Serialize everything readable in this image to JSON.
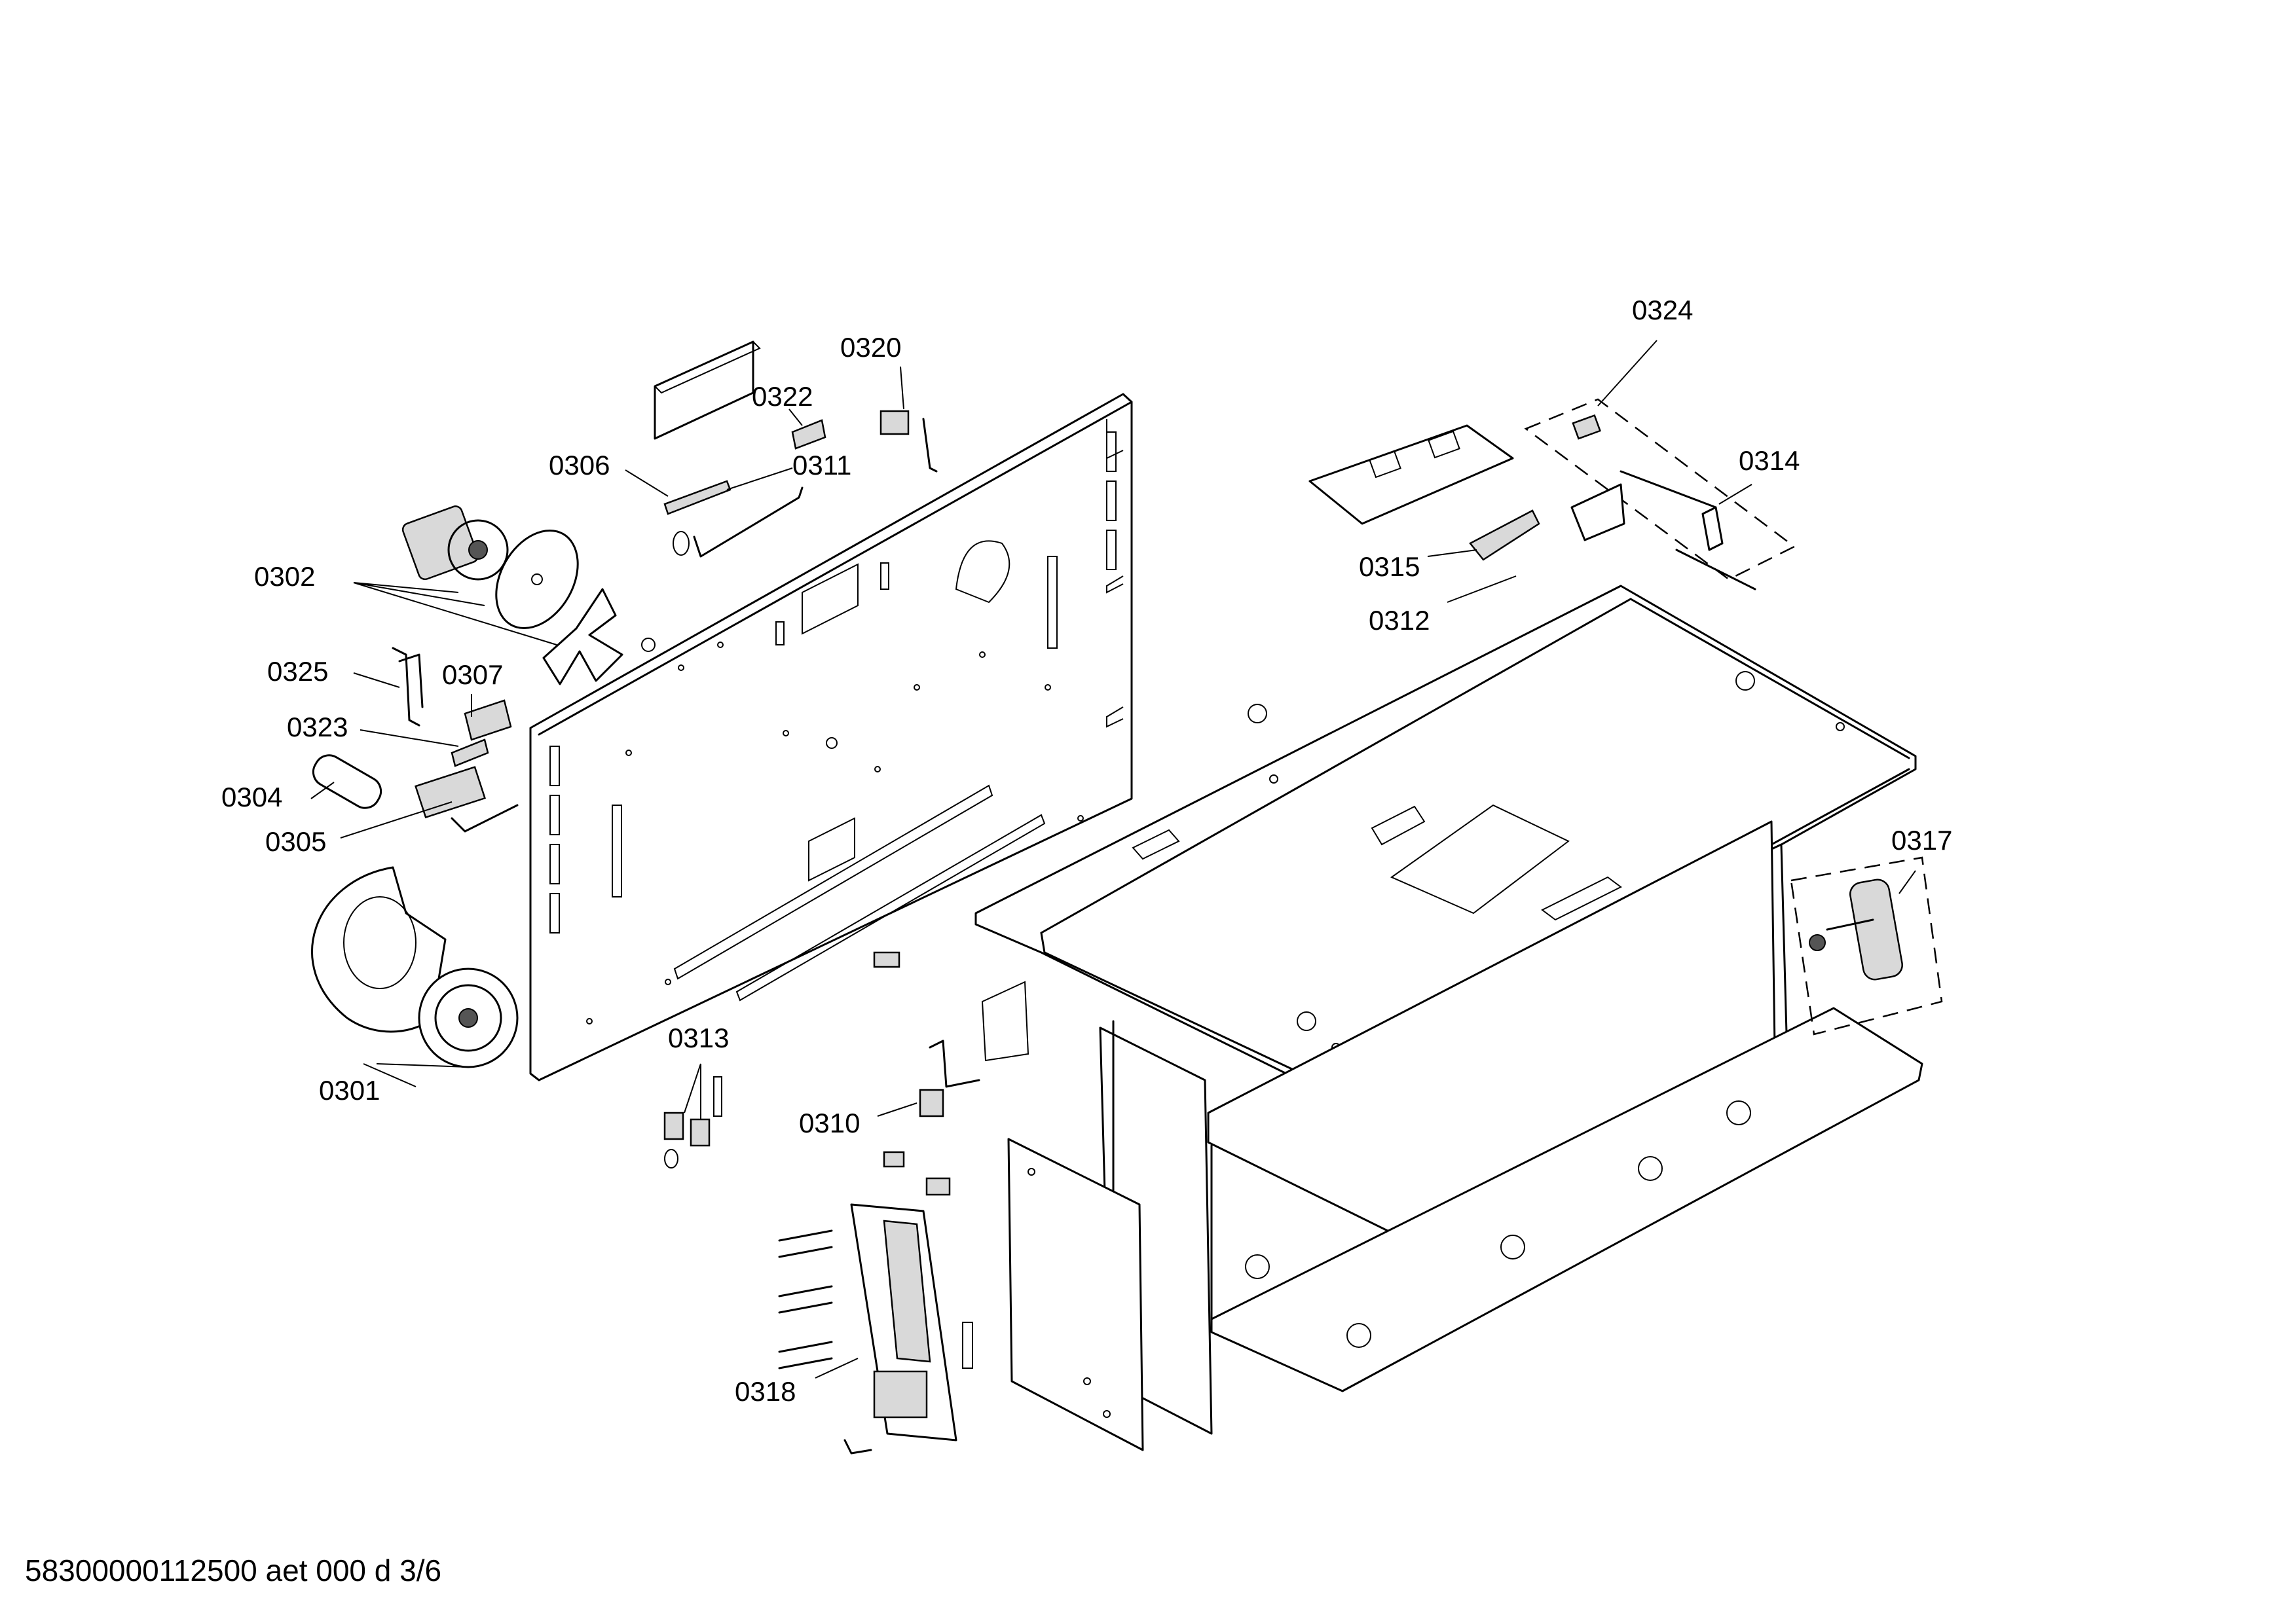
{
  "labels": {
    "p0301": "0301",
    "p0302": "0302",
    "p0304": "0304",
    "p0305": "0305",
    "p0306": "0306",
    "p0307": "0307",
    "p0310": "0310",
    "p0311": "0311",
    "p0312": "0312",
    "p0313": "0313",
    "p0314": "0314",
    "p0315": "0315",
    "p0317": "0317",
    "p0318": "0318",
    "p0320": "0320",
    "p0322": "0322",
    "p0323": "0323",
    "p0324": "0324",
    "p0325": "0325"
  },
  "footer": {
    "drawing_code": "58300000112500 aet 000 d 3/6"
  }
}
